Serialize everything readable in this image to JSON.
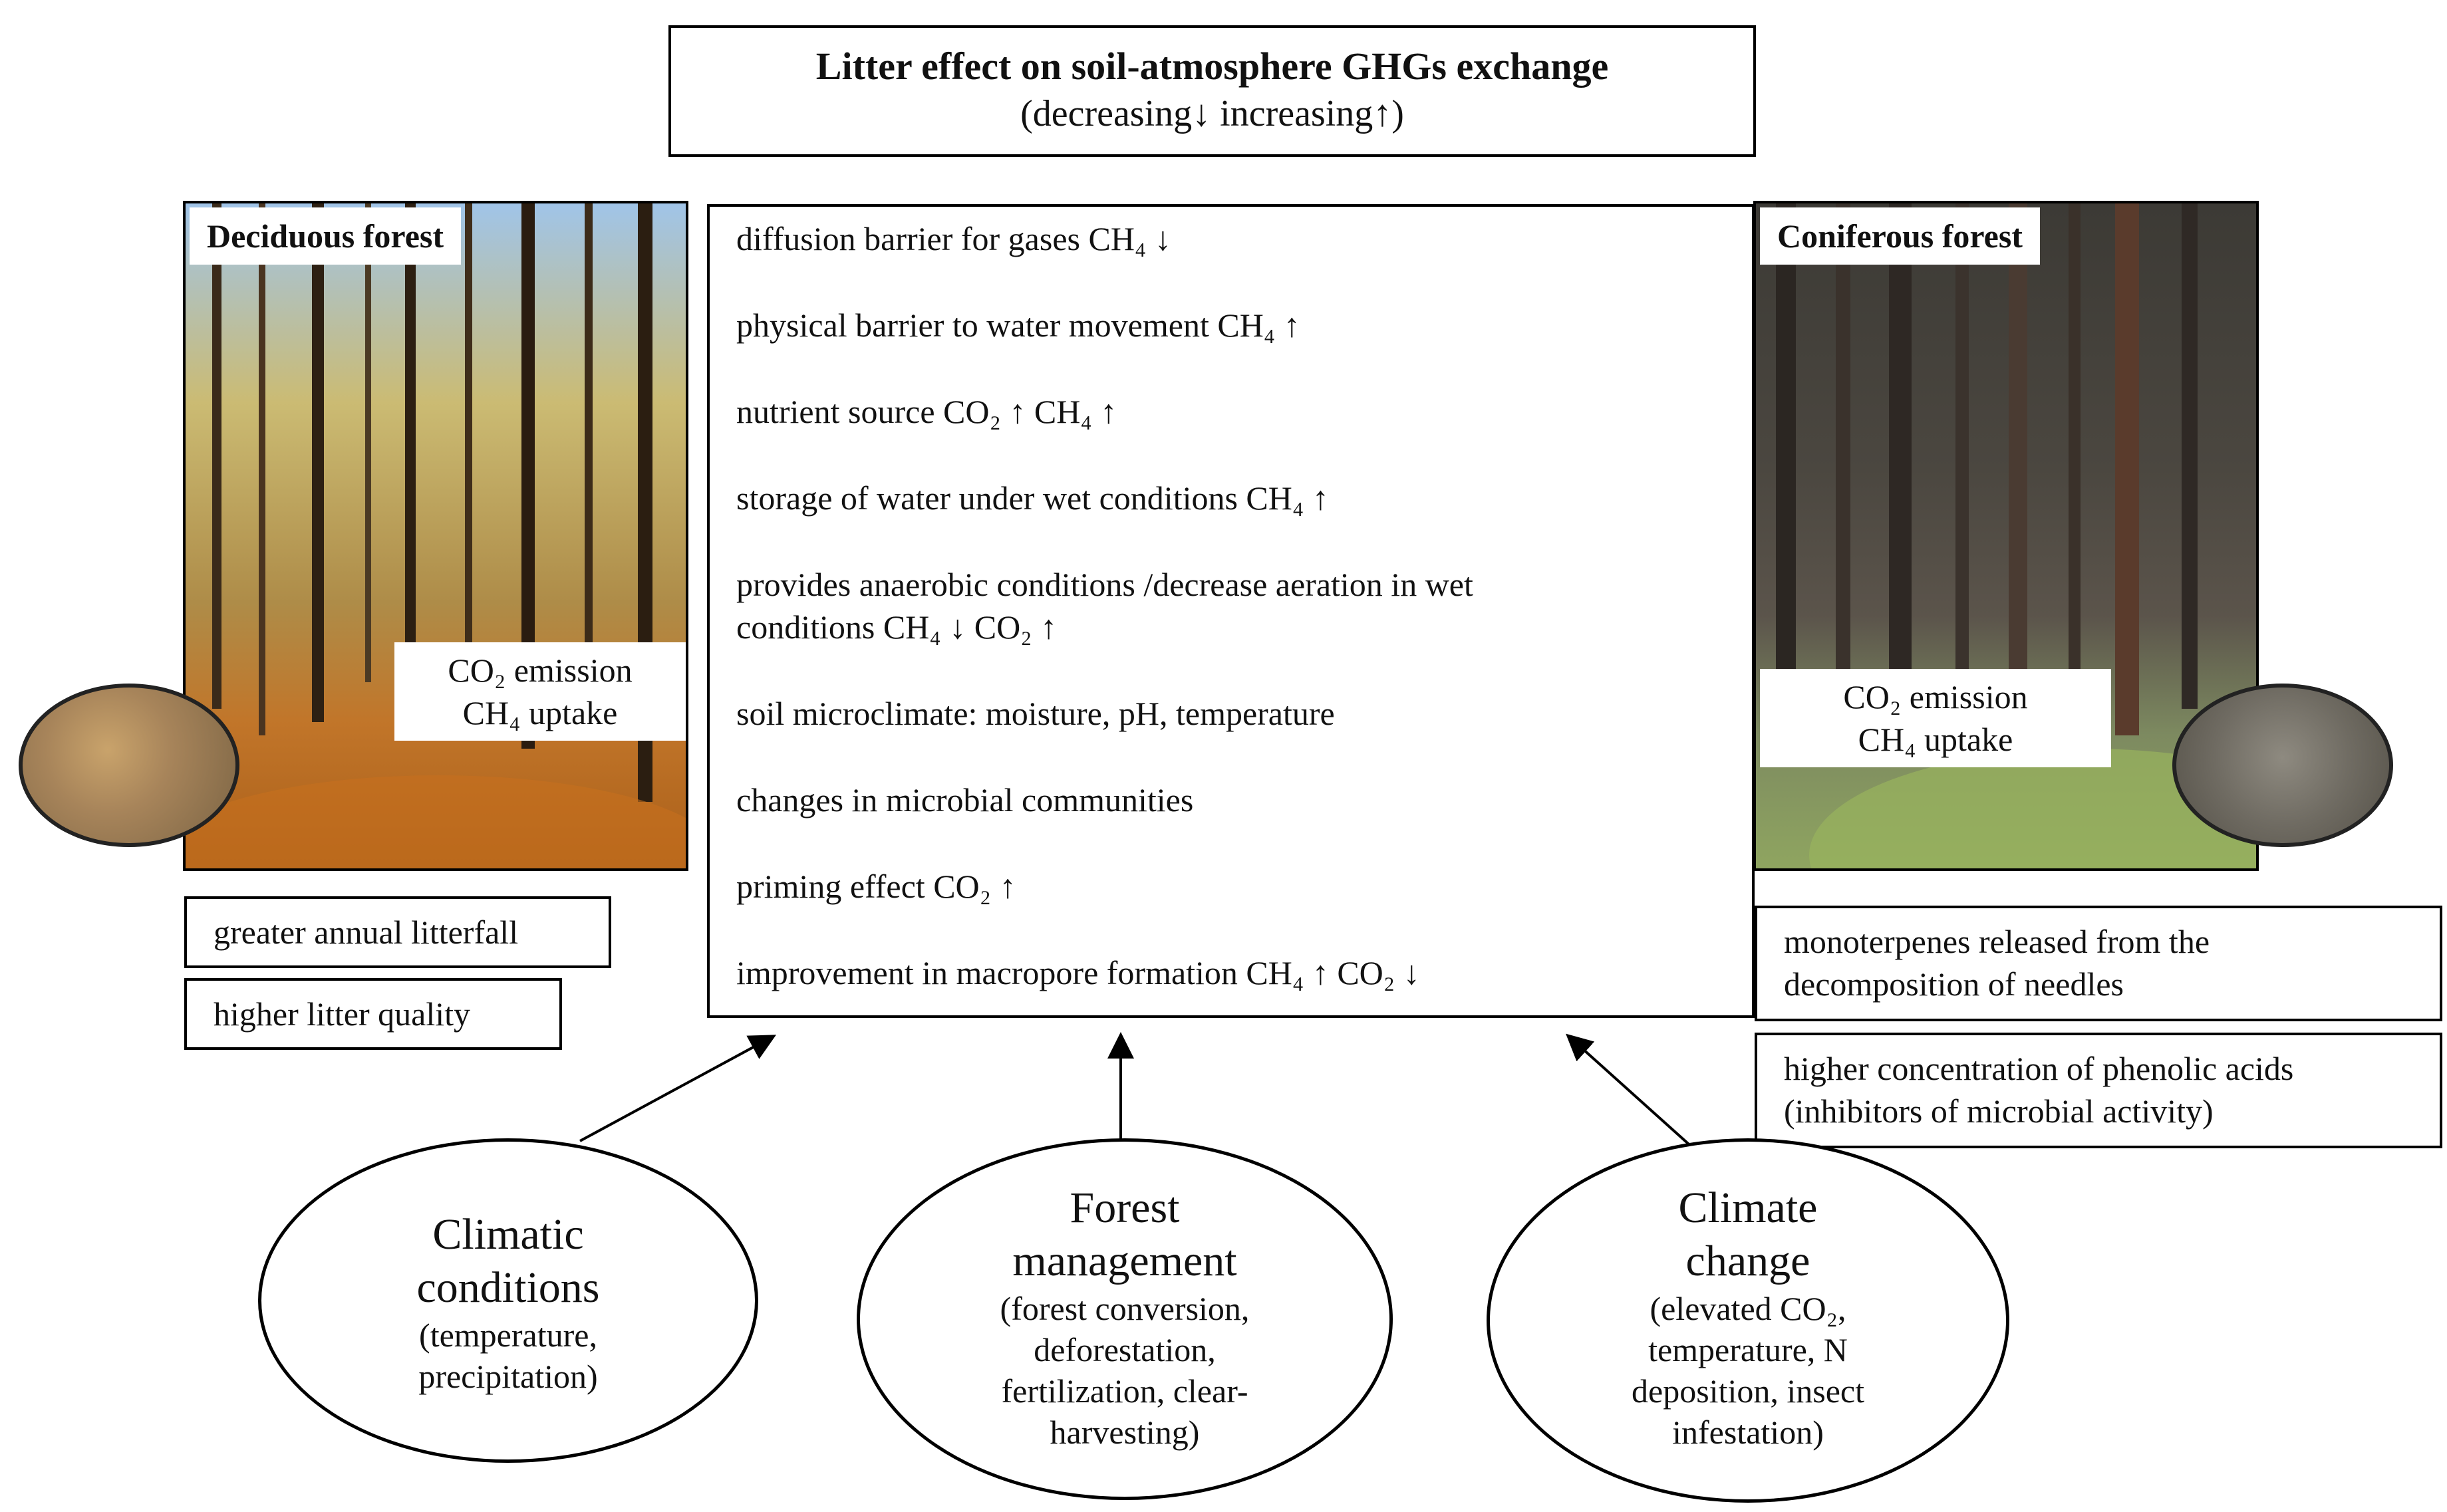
{
  "title": {
    "main": "Litter effect on soil-atmosphere GHGs exchange",
    "sub": "(decreasing↓ increasing↑)"
  },
  "deciduous": {
    "label": "Deciduous forest",
    "emission_line1": "CO₂ emission",
    "emission_line2": "CH₄ uptake",
    "traits": [
      "greater annual litterfall",
      "higher litter quality"
    ]
  },
  "coniferous": {
    "label": "Coniferous forest",
    "emission_line1": "CO₂ emission",
    "emission_line2": "CH₄ uptake",
    "traits": [
      {
        "line1": "monoterpenes released from the",
        "line2": "decomposition of needles"
      },
      {
        "line1": "higher concentration of phenolic acids",
        "line2": "(inhibitors of microbial activity)"
      }
    ]
  },
  "effects": [
    "diffusion barrier for gases CH₄ ↓",
    "physical barrier to water movement CH₄ ↑",
    "nutrient source CO₂ ↑ CH₄ ↑",
    "storage of water under wet conditions CH₄ ↑",
    "provides anaerobic conditions /decrease aeration in wet",
    "conditions CH₄ ↓ CO₂ ↑",
    "soil microclimate:  moisture, pH, temperature",
    "changes in microbial communities",
    "priming effect CO₂ ↑",
    "improvement in macropore formation CH₄ ↑ CO₂ ↓"
  ],
  "factors": [
    {
      "title_lines": [
        "Climatic",
        "conditions"
      ],
      "sub_lines": [
        "(temperature,",
        "precipitation)"
      ]
    },
    {
      "title_lines": [
        "Forest",
        "management"
      ],
      "sub_lines": [
        "(forest conversion,",
        "deforestation,",
        "fertilization, clear-",
        "harvesting)"
      ]
    },
    {
      "title_lines": [
        "Climate",
        "change"
      ],
      "sub_lines": [
        "(elevated CO₂,",
        "temperature, N",
        "deposition, insect",
        "infestation)"
      ]
    }
  ]
}
